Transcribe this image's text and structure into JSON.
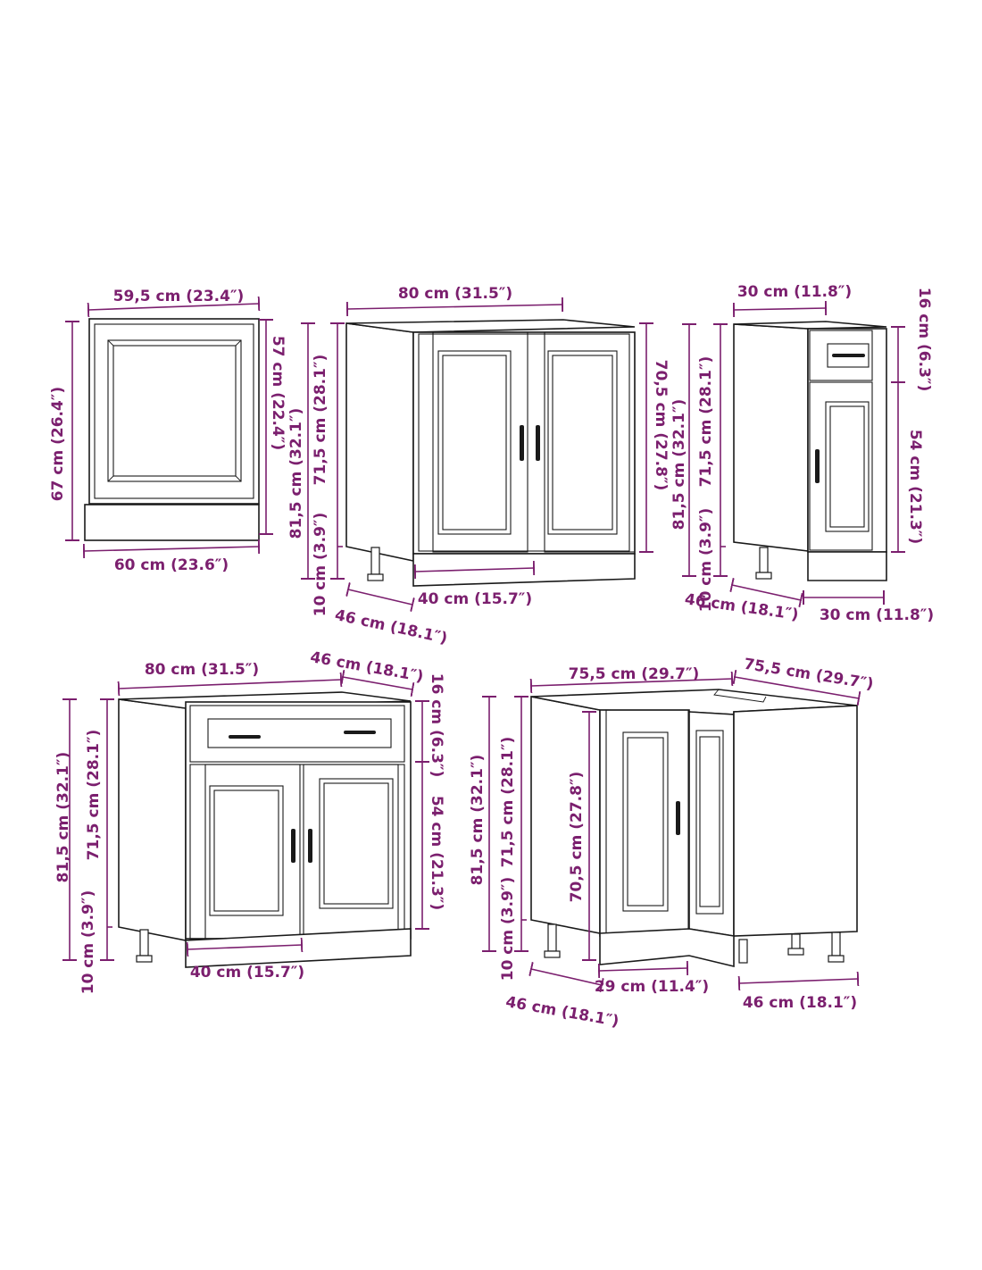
{
  "accent_color": "#7b1f6e",
  "line_color": "#1a1a1a",
  "cabinets": {
    "oven_panel": {
      "top_width": "59,5 cm (23.4″)",
      "bottom_width": "60 cm (23.6″)",
      "total_height": "67 cm (26.4″)",
      "panel_height": "57 cm (22.4″)"
    },
    "sink_base": {
      "width": "80 cm (31.5″)",
      "total_height": "81,5 cm (32.1″)",
      "body_height": "71,5 cm (28.1″)",
      "leg_height": "10 cm (3.9″)",
      "door_height": "70,5 cm (27.8″)",
      "door_width": "40 cm (15.7″)",
      "depth": "46 cm (18.1″)"
    },
    "narrow_base": {
      "width": "30 cm (11.8″)",
      "drawer_height": "16 cm (6.3″)",
      "door_height": "54 cm (21.3″)",
      "body_height": "71,5 cm (28.1″)",
      "total_height": "81,5 cm (32.1″)",
      "leg_height": "10 cm (3.9″)",
      "depth": "46 cm (18.1″)",
      "front_width": "30 cm (11.8″)"
    },
    "drawer_base": {
      "width": "80 cm (31.5″)",
      "depth": "46 cm (18.1″)",
      "drawer_height": "16 cm (6.3″)",
      "door_height": "54 cm (21.3″)",
      "total_height": "81,5 cm (32.1″)",
      "body_height": "71,5 cm (28.1″)",
      "leg_height": "10 cm (3.9″)",
      "door_width": "40 cm (15.7″)"
    },
    "corner_base": {
      "width_left": "75,5 cm (29.7″)",
      "width_right": "75,5 cm (29.7″)",
      "total_height": "81,5 cm (32.1″)",
      "body_height": "71,5 cm (28.1″)",
      "door_height": "70,5 cm (27.8″)",
      "leg_height": "10 cm (3.9″)",
      "depth_left": "46 cm (18.1″)",
      "door_width": "29 cm (11.4″)",
      "depth_right": "46 cm (18.1″)"
    }
  }
}
